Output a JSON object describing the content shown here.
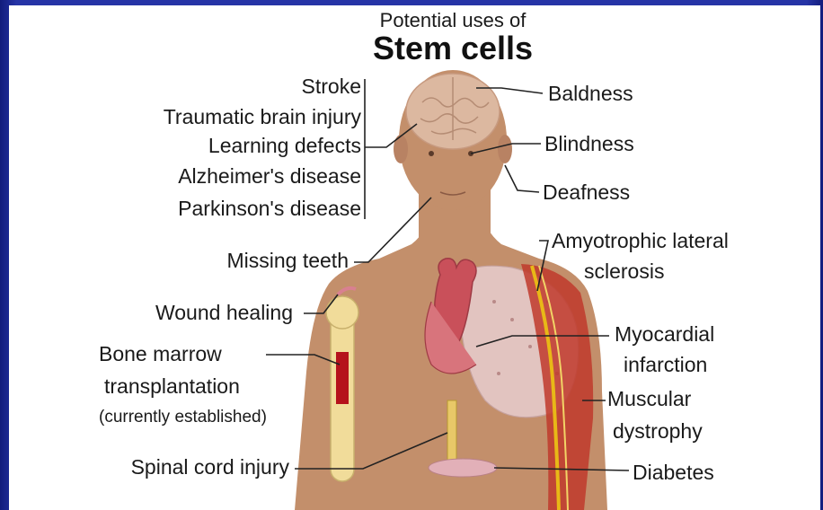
{
  "title": {
    "line1": "Potential uses of",
    "line2": "Stem cells"
  },
  "labels": {
    "stroke": "Stroke",
    "traumatic_brain_injury": "Traumatic brain injury",
    "learning_defects": "Learning defects",
    "alzheimers": "Alzheimer's disease",
    "parkinsons": "Parkinson's disease",
    "missing_teeth": "Missing teeth",
    "wound_healing": "Wound healing",
    "bone_marrow_line1": "Bone marrow",
    "bone_marrow_line2": "transplantation",
    "bone_marrow_line3": "(currently established)",
    "spinal_cord_injury": "Spinal cord injury",
    "baldness": "Baldness",
    "blindness": "Blindness",
    "deafness": "Deafness",
    "als_line1": "Amyotrophic lateral",
    "als_line2": "sclerosis",
    "myocardial_line1": "Myocardial",
    "myocardial_line2": "infarction",
    "muscular_line1": "Muscular",
    "muscular_line2": "dystrophy",
    "diabetes": "Diabetes"
  },
  "colors": {
    "skin": "#c38f6b",
    "brain": "#dcb8a0",
    "bone": "#f1dc9a",
    "marrow": "#b5121b",
    "heart": "#c9505a",
    "nerve": "#e8b817",
    "muscle": "#c0392b",
    "slide_background": "#1f2b97"
  }
}
